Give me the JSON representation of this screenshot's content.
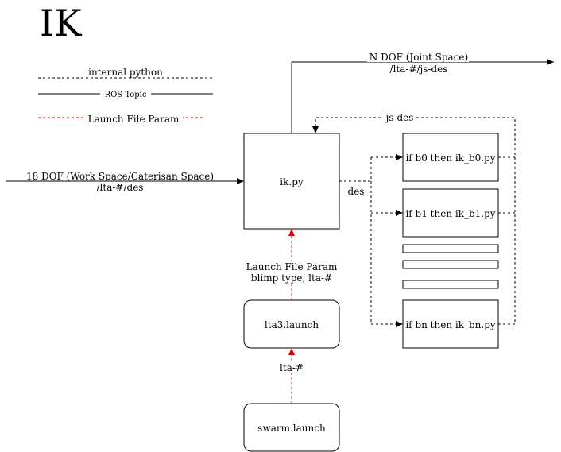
{
  "title": "IK",
  "legend": {
    "internal_python": "internal python",
    "ros_topic": "ROS Topic",
    "launch_file_param": "Launch File Param"
  },
  "colors": {
    "line": "#000000",
    "launch_param": "#e00000"
  },
  "nodes": {
    "ik_py": "ik.py",
    "lta3_launch": "lta3.launch",
    "swarm_launch": "swarm.launch",
    "ik_b0": "if b0 then ik_b0.py",
    "ik_b1": "if b1 then ik_b1.py",
    "ik_bn": "if bn then ik_bn.py"
  },
  "edges": {
    "input_line1": "18 DOF (Work Space/Caterisan Space)",
    "input_line2": "/lta-#/des",
    "output_line1": "N DOF (Joint Space)",
    "output_line2": "/lta-#/js-des",
    "js_des": "js-des",
    "des": "des",
    "launch_param_line1": "Launch File Param",
    "launch_param_line2": "blimp type, lta-#",
    "lta_hash": "lta-#"
  }
}
